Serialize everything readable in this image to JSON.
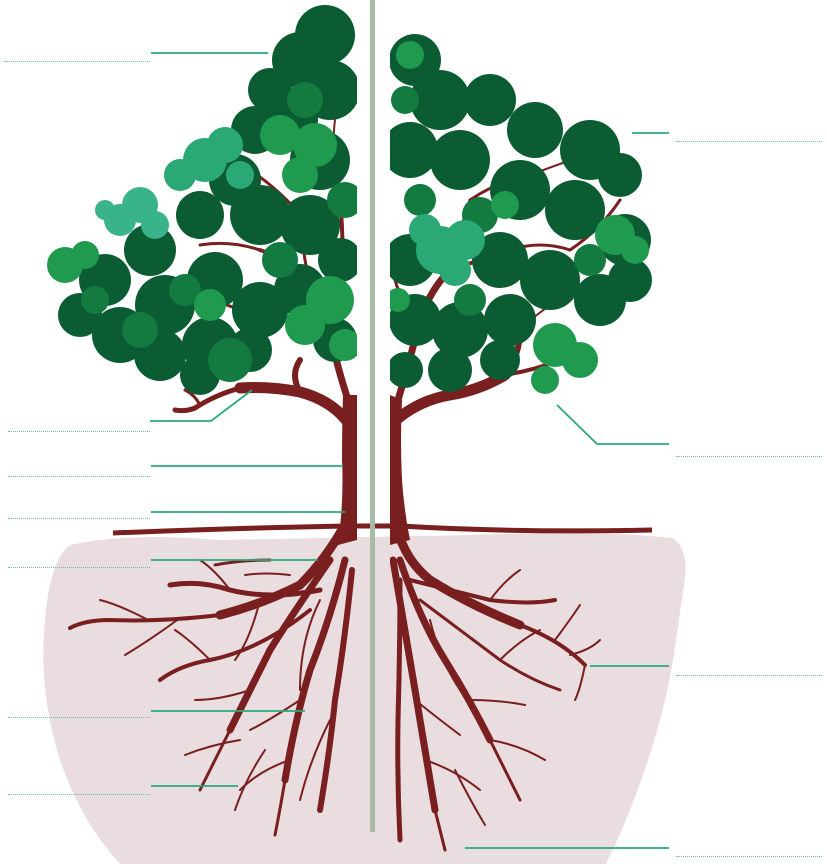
{
  "diagram": {
    "type": "tree-anatomy-worksheet",
    "labels_printed": false,
    "left_blanks": 7,
    "right_blanks": 4
  },
  "colors": {
    "leaf_dark": "#0b5c32",
    "leaf_mid": "#137a40",
    "leaf_bright": "#1f9a4e",
    "leaf_light": "#2aa876",
    "leaf_pale": "#39b38a",
    "trunk": "#7a1f1f",
    "soil": "#eadde0",
    "ground_line": "#7a1f1f",
    "divider": "#a9bba6",
    "leader_line": "#2aa97c",
    "blank_dots": "#6fbba5"
  }
}
